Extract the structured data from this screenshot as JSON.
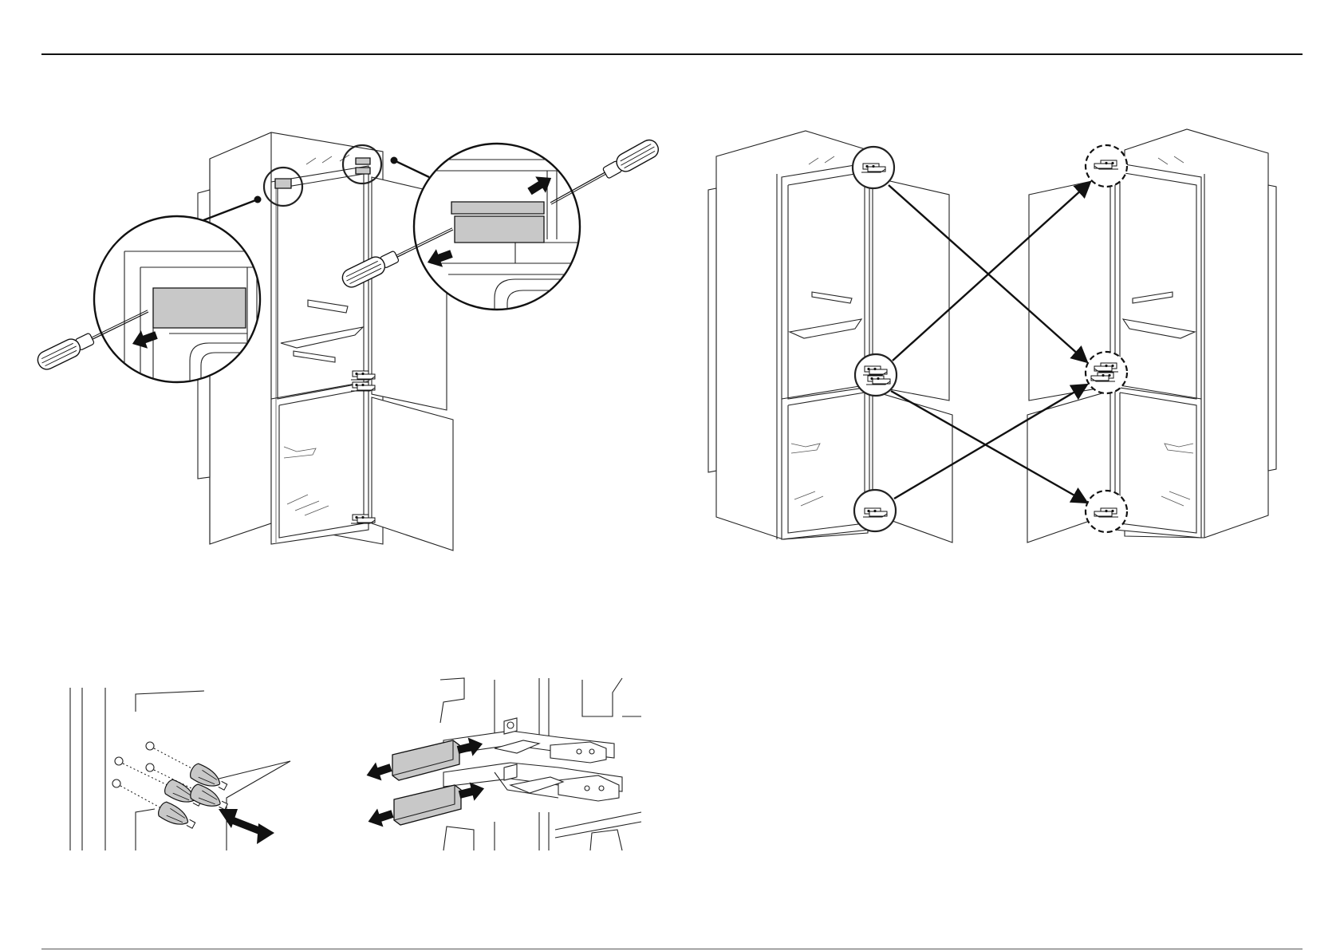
{
  "figures": [
    {
      "id": "door-hinge-cover-removal",
      "icons": [
        "refrigerator-icon",
        "screwdriver-icon",
        "magnifier-callout-icon",
        "arrow-icon"
      ]
    },
    {
      "id": "hinge-reversal",
      "icons": [
        "refrigerator-icon",
        "hinge-icon",
        "arrow-icon"
      ]
    },
    {
      "id": "hole-cover-plugs",
      "icons": [
        "plug-icon",
        "arrow-icon"
      ]
    },
    {
      "id": "hinge-cover-sliding",
      "icons": [
        "hinge-icon",
        "cover-icon",
        "arrow-icon"
      ]
    }
  ]
}
